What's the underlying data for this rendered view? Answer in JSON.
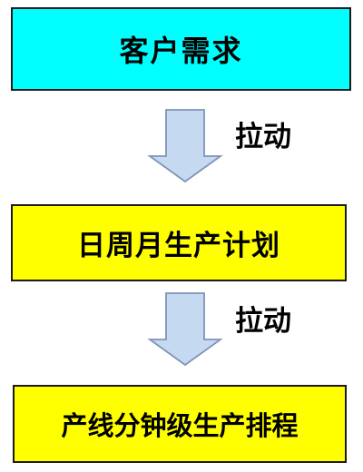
{
  "steps": [
    {
      "label": "客户需求",
      "fill": "#00ffff"
    },
    {
      "label": "日周月生产计划",
      "fill": "#ffff00"
    },
    {
      "label": "产线分钟级生产排程",
      "fill": "#ffff00"
    }
  ],
  "arrows": [
    {
      "label": "拉动",
      "direction": "down",
      "fill": "#c5d9f1",
      "stroke": "#7f94b8"
    },
    {
      "label": "拉动",
      "direction": "down",
      "fill": "#c5d9f1",
      "stroke": "#7f94b8"
    }
  ]
}
